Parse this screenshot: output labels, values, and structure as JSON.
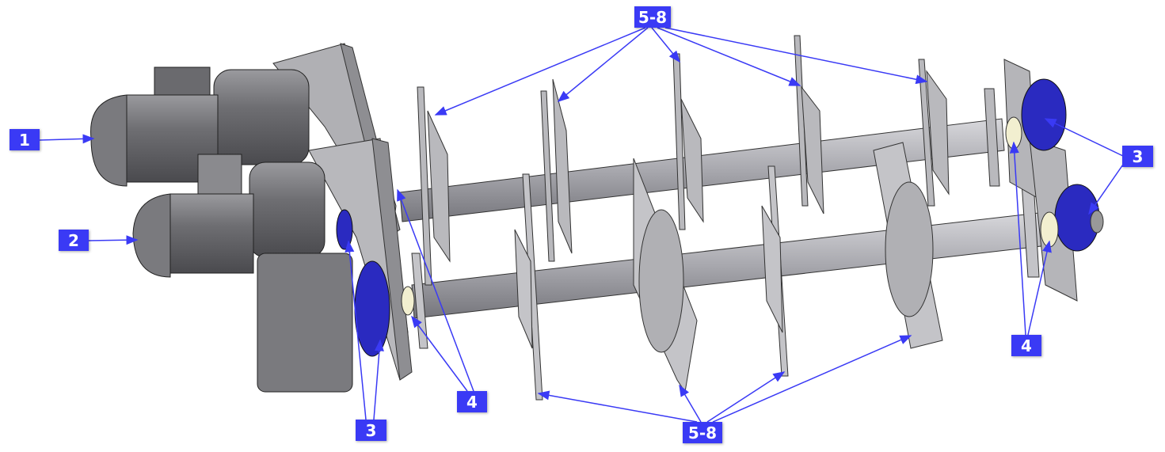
{
  "title": "Twin-shaft paddle mixer assembly",
  "colors": {
    "callout": "#3a3af5",
    "arrow": "#3a3af5",
    "steel": "#a9a9ad",
    "bearing": "#2a2ac0"
  },
  "callouts": [
    {
      "id": "motor-1",
      "text": "1"
    },
    {
      "id": "motor-2",
      "text": "2"
    },
    {
      "id": "paddles-top",
      "text": "5-8"
    },
    {
      "id": "bearing-right",
      "text": "3"
    },
    {
      "id": "seal-right",
      "text": "4"
    },
    {
      "id": "seal-left",
      "text": "4"
    },
    {
      "id": "bearing-left",
      "text": "3"
    },
    {
      "id": "paddles-bottom",
      "text": "5-8"
    }
  ]
}
